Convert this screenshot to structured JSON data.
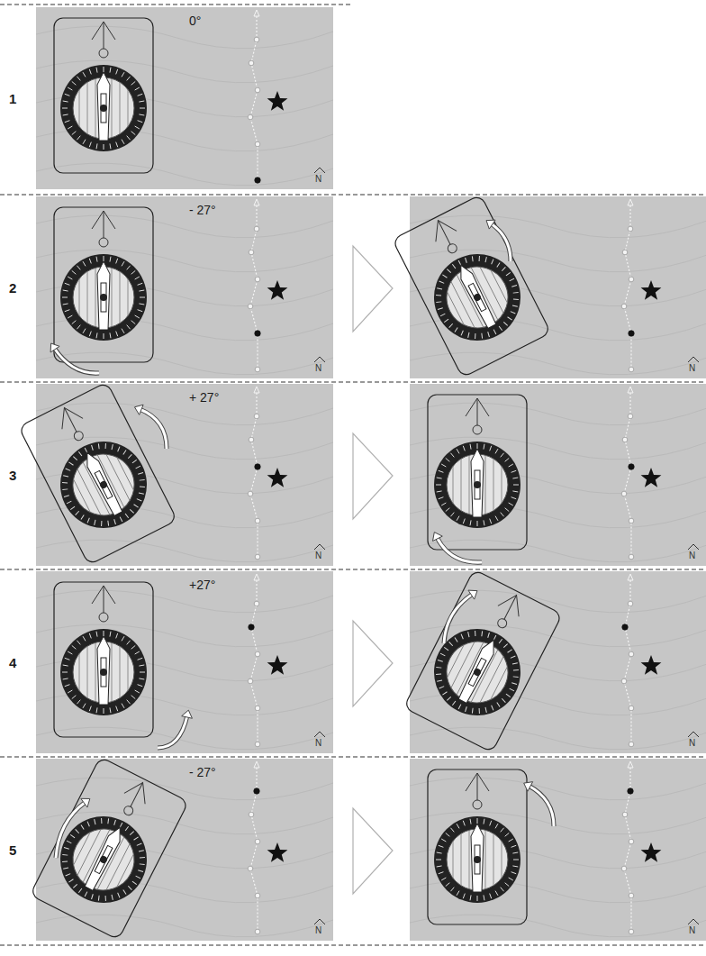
{
  "diagram": {
    "labels": [
      "1",
      "0°",
      "N",
      "2",
      "- 27°",
      "N",
      "N",
      "3",
      "+ 27°",
      "N",
      "N",
      "4",
      "+27°",
      "N",
      "N",
      "5",
      "- 27°",
      "N",
      "N"
    ]
  }
}
